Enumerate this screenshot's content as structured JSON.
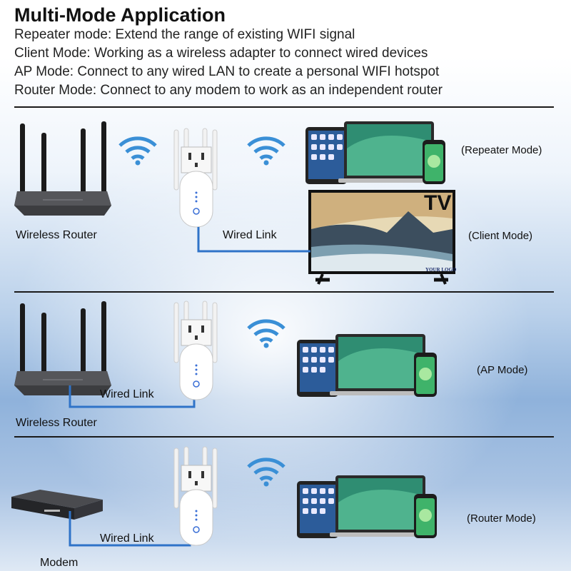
{
  "title": "Multi-Mode Application",
  "descriptions": [
    "Repeater mode: Extend the range of existing WIFI signal",
    "Client Mode: Working as a wireless adapter to connect wired devices",
    "AP Mode: Connect to any wired LAN to create a personal WIFI hotspot",
    "Router Mode: Connect to any modem to work as an independent router"
  ],
  "sections": {
    "repeater": {
      "mode": "(Repeater Mode)"
    },
    "client": {
      "device_label": "Wireless Router",
      "link": "Wired Link",
      "tv": "TV",
      "tv_logo": "YOUR LOGO",
      "mode": "(Client Mode)"
    },
    "ap": {
      "link": "Wired Link",
      "device_label": "Wireless Router",
      "mode": "(AP Mode)"
    },
    "router": {
      "link": "Wired Link",
      "device_label": "Modem",
      "mode": "(Router Mode)"
    }
  }
}
